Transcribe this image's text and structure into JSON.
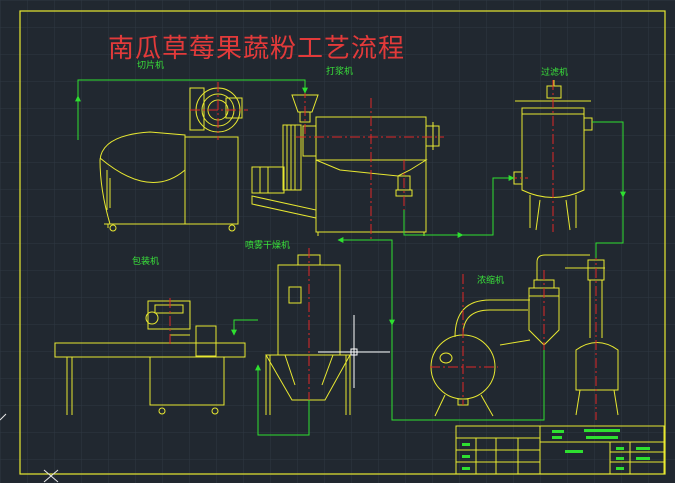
{
  "diagram": {
    "title": "南瓜草莓果蔬粉工艺流程",
    "equipment": {
      "cutter": "切片机",
      "pulper": "打浆机",
      "filter": "过滤机",
      "packer": "包装机",
      "spray_dryer": "喷雾干燥机",
      "concentrator": "浓缩机"
    }
  },
  "colors": {
    "background": "#212830",
    "grid": "#2e3842",
    "frame": "#e8e830",
    "flow_arrow": "#2ee030",
    "center_line": "#e02828",
    "title": "#e23a3a",
    "labels": "#39e03a",
    "cursor": "#ffffff"
  }
}
